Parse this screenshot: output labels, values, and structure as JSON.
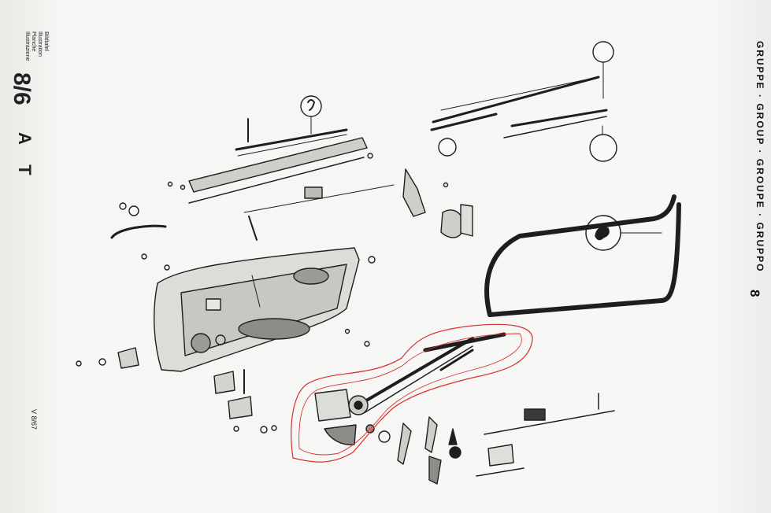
{
  "sidebar": {
    "illustration_labels": [
      "Bildtafel",
      "Illustration",
      "Planche",
      "Illustrazione"
    ],
    "page_number": "8/6",
    "section_code": "A T",
    "edition": "V 8/67"
  },
  "header": {
    "group_heading": "GRUPPE · GROUP · GROUPE · GRUPPO",
    "group_number": "8"
  },
  "colors": {
    "ink": "#1e1e1e",
    "paper": "#f6f6f4",
    "annotation": "#d8302c"
  }
}
